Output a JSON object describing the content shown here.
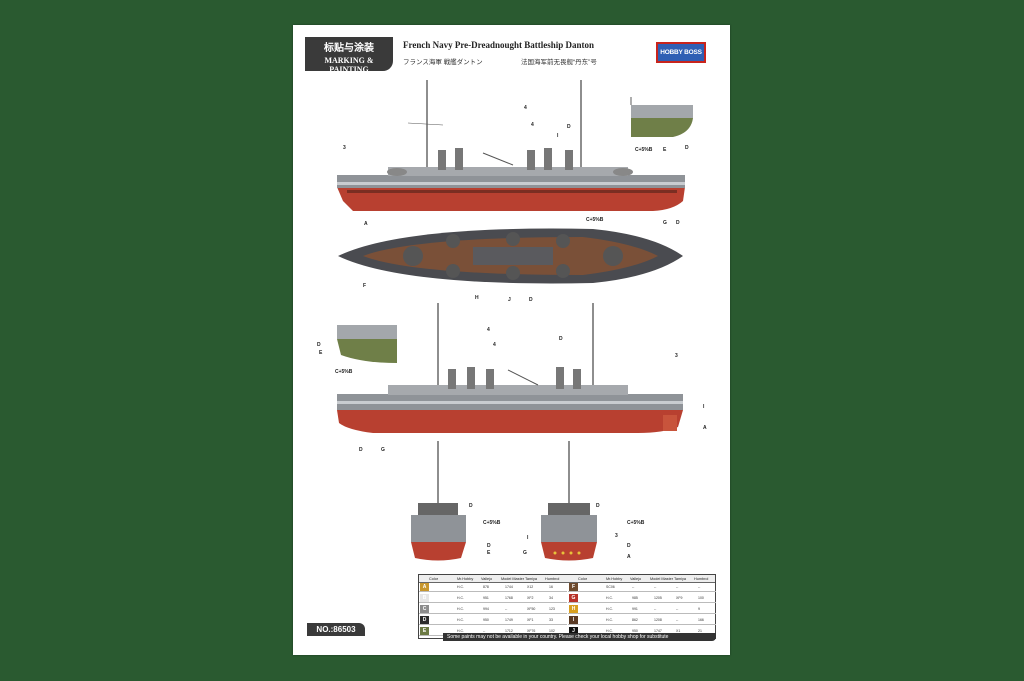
{
  "header": {
    "cn_heading": "标贴与涂装",
    "en_heading": "MARKING & PAINTING",
    "title": "French Navy Pre-Dreadnought Battleship Danton",
    "jp_name": "フランス海軍 戦艦ダントン",
    "cn_name": "法国海军前无畏舰“丹东”号",
    "logo": "HOBBY BOSS"
  },
  "labels": {
    "l3": "3",
    "l4": "4",
    "lD": "D",
    "lI": "I",
    "lE": "E",
    "lA": "A",
    "lF": "F",
    "lH": "H",
    "lJ": "J",
    "lG": "G",
    "cplus": "C+5%B"
  },
  "table": {
    "headers": [
      "Color",
      "Mr.Hobby",
      "Vallejo",
      "Model Master",
      "Tamiya",
      "Humbrol"
    ],
    "rows_left": [
      {
        "key": "A",
        "color": "#c7962c",
        "hobby": "H.C.",
        "vallejo": "878",
        "mm": "1744",
        "tamiya": "X12",
        "humbrol": "16"
      },
      {
        "key": "B",
        "color": "#e6e6e6",
        "hobby": "H.C.",
        "vallejo": "951",
        "mm": "1768",
        "tamiya": "XF2",
        "humbrol": "34"
      },
      {
        "key": "C",
        "color": "#8c8c8c",
        "hobby": "H.C.",
        "vallejo": "994",
        "mm": "--",
        "tamiya": "XF50",
        "humbrol": "123"
      },
      {
        "key": "D",
        "color": "#2b2b2b",
        "hobby": "H.C.",
        "vallejo": "950",
        "mm": "1749",
        "tamiya": "XF1",
        "humbrol": "33"
      },
      {
        "key": "E",
        "color": "#6c7a44",
        "hobby": "H.C.",
        "vallejo": "--",
        "mm": "1712",
        "tamiya": "XF76",
        "humbrol": "102"
      }
    ],
    "rows_right": [
      {
        "key": "F",
        "color": "#6e4a2c",
        "hobby": "SC06",
        "vallejo": "--",
        "mm": "--",
        "tamiya": "--",
        "humbrol": "--"
      },
      {
        "key": "G",
        "color": "#b8332a",
        "hobby": "H.C.",
        "vallejo": "985",
        "mm": "1205",
        "tamiya": "XF9",
        "humbrol": "100"
      },
      {
        "key": "H",
        "color": "#d8a020",
        "hobby": "H.C.",
        "vallejo": "991",
        "mm": "--",
        "tamiya": "--",
        "humbrol": "9"
      },
      {
        "key": "I",
        "color": "#5a3a24",
        "hobby": "H.C.",
        "vallejo": "862",
        "mm": "1208",
        "tamiya": "--",
        "humbrol": "166"
      },
      {
        "key": "J",
        "color": "#111111",
        "hobby": "H.C.",
        "vallejo": "950",
        "mm": "1747",
        "tamiya": "X1",
        "humbrol": "21"
      }
    ]
  },
  "footnote": "Some paints may not be available in your country. Please check your local hobby shop for substitute",
  "part_number": "NO.:86503"
}
